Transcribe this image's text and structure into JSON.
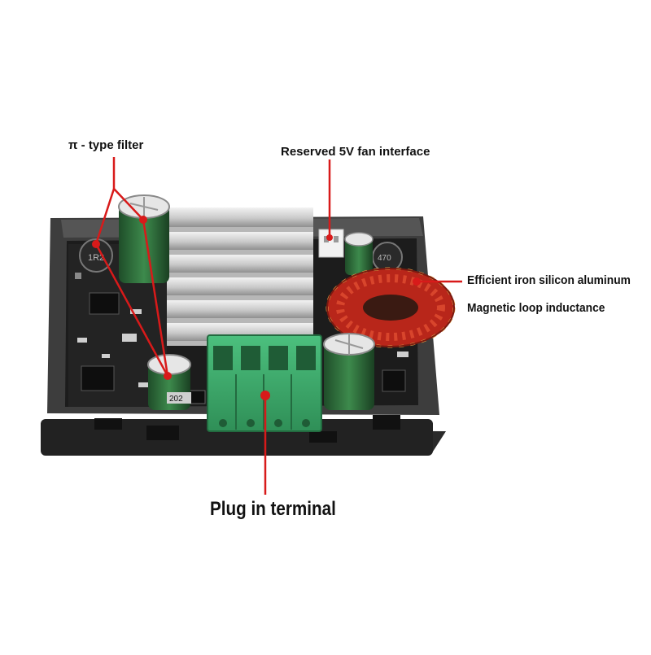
{
  "annotations": {
    "pi_filter": "π - type filter",
    "fan_interface": "Reserved 5V fan interface",
    "inductance_line1": "Efficient iron silicon aluminum",
    "inductance_line2": "Magnetic loop inductance",
    "plug_terminal": "Plug in terminal"
  },
  "board_markings": {
    "inductor_left": "1R2",
    "inductor_right": "470",
    "resistor": "202"
  },
  "colors": {
    "pointer": "#d81a1a",
    "terminal": "#3aa76a",
    "enclosure": "#3a3a3a",
    "pcb": "#1c1c1c",
    "heatsink": "#d4d4d4",
    "capacitor": "#2f6e3a",
    "coil": "#c8301c"
  }
}
